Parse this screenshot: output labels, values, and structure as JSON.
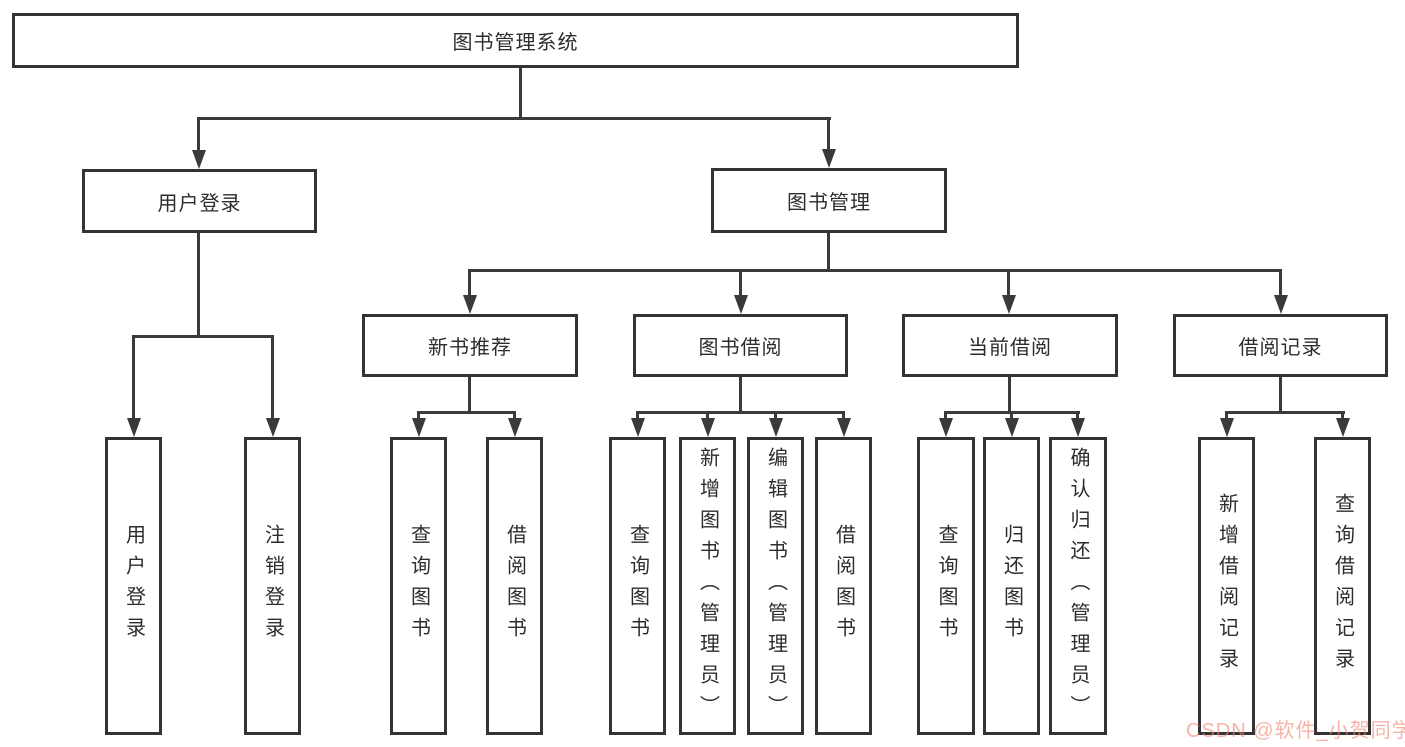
{
  "diagram_title": "图书管理系统",
  "tree": {
    "root": {
      "label": "图书管理系统"
    },
    "user_login": {
      "label": "用户登录",
      "children": [
        {
          "label": "用户登录"
        },
        {
          "label": "注销登录"
        }
      ]
    },
    "book_mgmt": {
      "label": "图书管理",
      "sections": [
        {
          "label": "新书推荐",
          "children": [
            {
              "label": "查询图书"
            },
            {
              "label": "借阅图书"
            }
          ]
        },
        {
          "label": "图书借阅",
          "children": [
            {
              "label": "查询图书"
            },
            {
              "label": "新增图书（管理员）"
            },
            {
              "label": "编辑图书（管理员）"
            },
            {
              "label": "借阅图书"
            }
          ]
        },
        {
          "label": "当前借阅",
          "children": [
            {
              "label": "查询图书"
            },
            {
              "label": "归还图书"
            },
            {
              "label": "确认归还（管理员）"
            }
          ]
        },
        {
          "label": "借阅记录",
          "children": [
            {
              "label": "新增借阅记录"
            },
            {
              "label": "查询借阅记录"
            }
          ]
        }
      ]
    }
  },
  "watermark": {
    "text": "CSDN @软件_小贺同学",
    "color": "#f28472"
  },
  "colors": {
    "background": "#ffffff",
    "box_border": "#333333",
    "connector_line": "#3a3a3a",
    "text": "#2d2d2d"
  }
}
